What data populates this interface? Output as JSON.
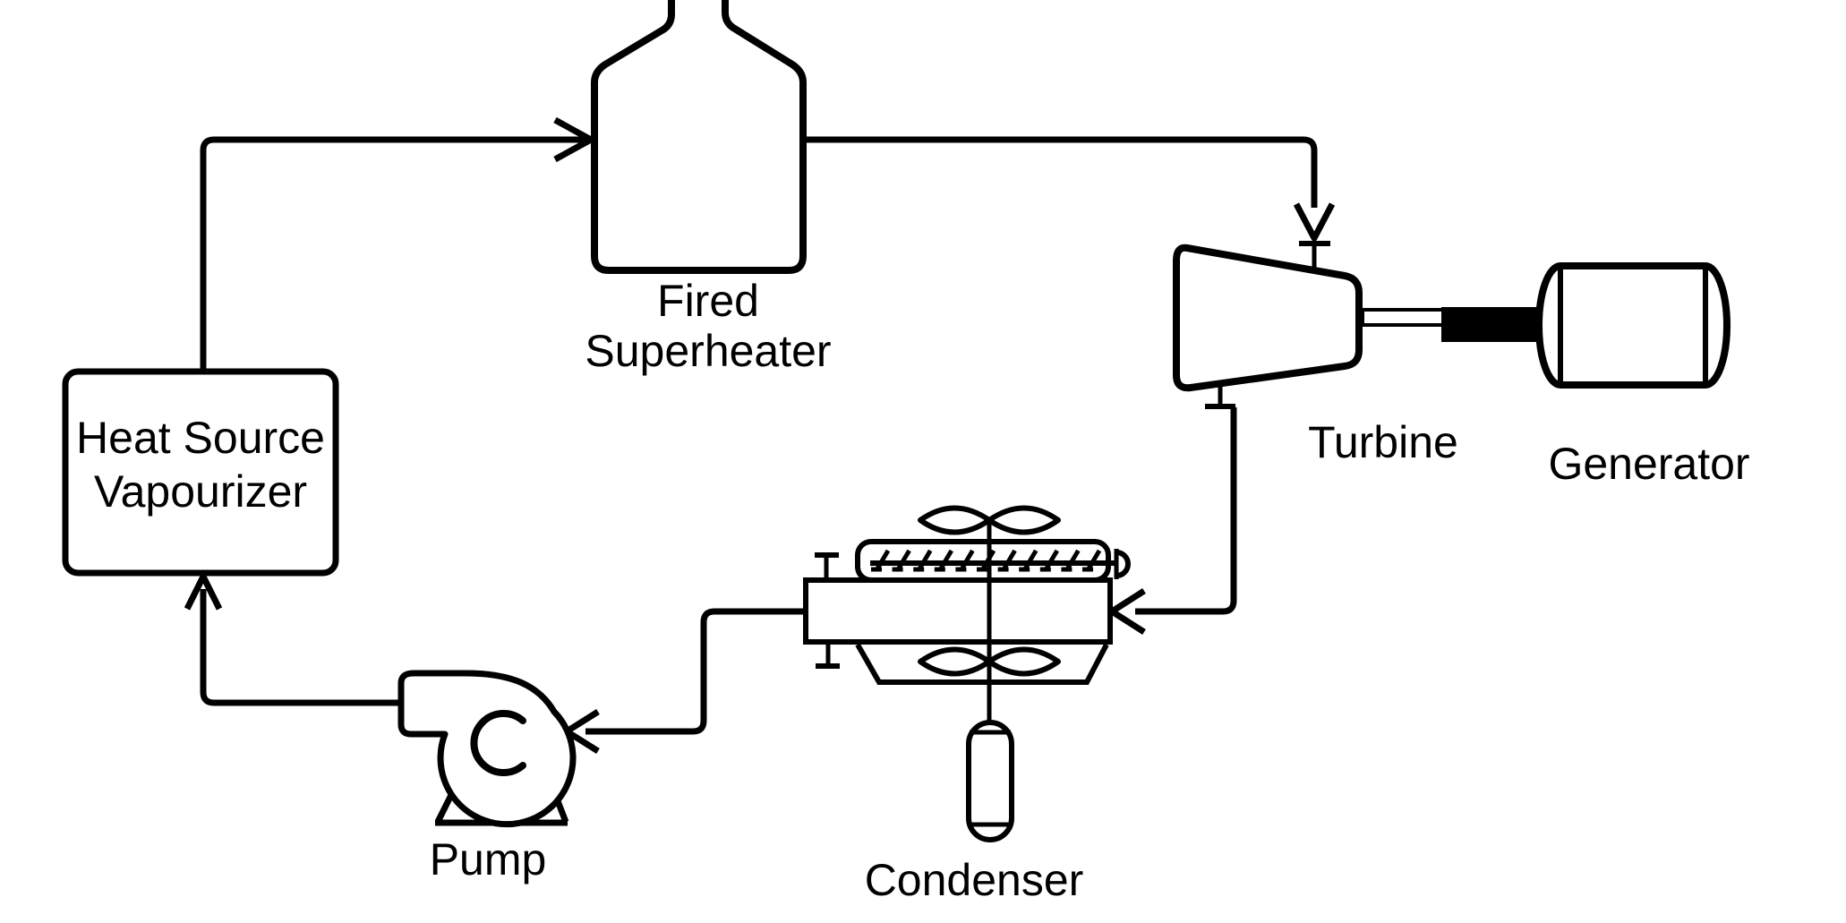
{
  "diagram": {
    "components": {
      "fired_superheater": {
        "label_line1": "Fired",
        "label_line2": "Superheater"
      },
      "heat_source_vapourizer": {
        "label_line1": "Heat Source",
        "label_line2": "Vapourizer"
      },
      "turbine": {
        "label": "Turbine"
      },
      "generator": {
        "label": "Generator"
      },
      "pump": {
        "label": "Pump"
      },
      "condenser": {
        "label": "Condenser"
      }
    },
    "colors": {
      "line": "#000000",
      "background": "#ffffff",
      "shaft_gray": "#c6c6c6",
      "coupling_black": "#000000"
    }
  }
}
